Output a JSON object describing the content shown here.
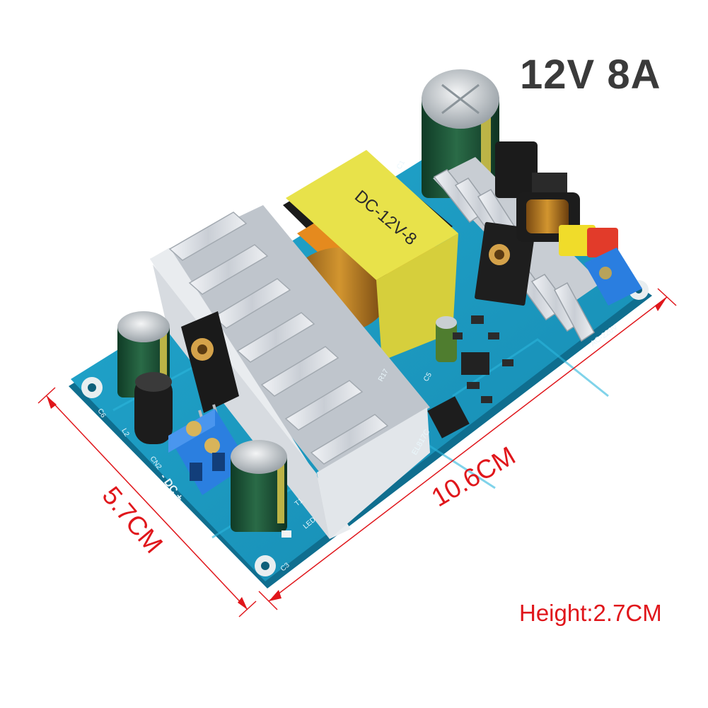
{
  "title": "12V 8A",
  "dimensions": {
    "length": "10.6CM",
    "width": "5.7CM",
    "height": "Height:2.7CM"
  },
  "board_markings": {
    "transformer": "DC-12V-8",
    "input_label": "AC-220V",
    "output_label": "- DC +",
    "connector_out": "CN2",
    "optocoupler": "EL817C",
    "led": "LED",
    "c1": "C1",
    "c3": "C3",
    "c5": "C5",
    "c6": "C6",
    "l2": "L2",
    "r17": "R17",
    "t1": "T1"
  },
  "colors": {
    "pcb": "#1a9fc6",
    "heatsink": "#d9dde2",
    "transformer": "#e8e24a",
    "dimension_lines": "#e0161b"
  }
}
